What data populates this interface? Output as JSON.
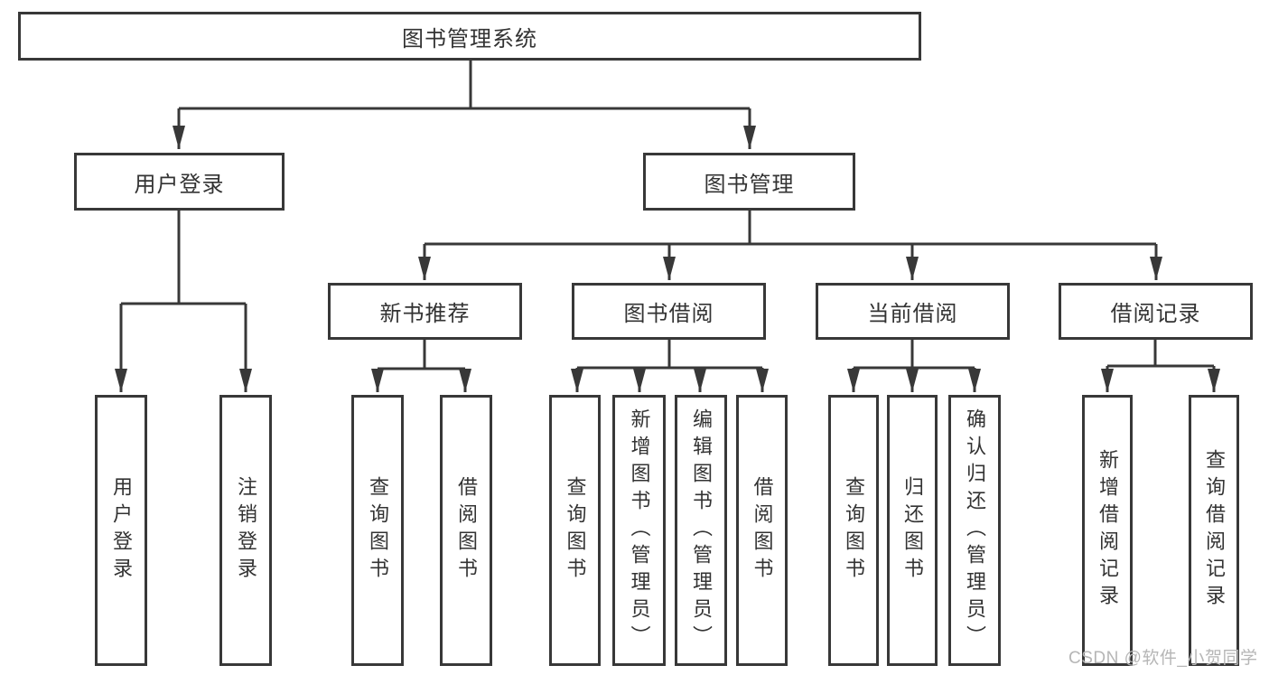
{
  "tree": {
    "root": "图书管理系统",
    "user_login": "用户登录",
    "book_management": "图书管理",
    "new_book_recommend": "新书推荐",
    "book_borrow": "图书借阅",
    "current_borrow": "当前借阅",
    "borrow_record": "借阅记录",
    "leaf_user_login": "用户登录",
    "leaf_logout": "注销登录",
    "leaf_recommend_query": "查询图书",
    "leaf_recommend_borrow": "借阅图书",
    "leaf_borrow_query": "查询图书",
    "leaf_borrow_add": "新增图书（管理员）",
    "leaf_borrow_edit": "编辑图书（管理员）",
    "leaf_borrow_borrow": "借阅图书",
    "leaf_current_query": "查询图书",
    "leaf_current_return": "归还图书",
    "leaf_current_confirm": "确认归还（管理员）",
    "leaf_record_add": "新增借阅记录",
    "leaf_record_query": "查询借阅记录"
  },
  "watermark": "CSDN @软件_小贺同学",
  "colors": {
    "line": "#383838",
    "text": "#333333",
    "watermark": "#b6b6b6",
    "background": "#ffffff"
  }
}
